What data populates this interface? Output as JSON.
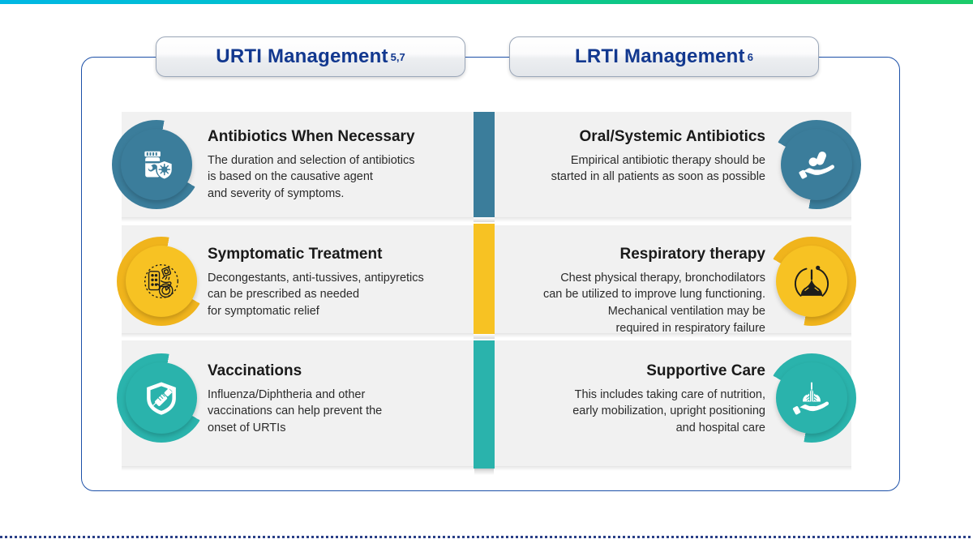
{
  "decor": {
    "top_strip_colors": [
      "#00b7e4",
      "#10c878"
    ],
    "bottom_dot_color": "#2a3f87",
    "frame_border_color": "#1c50a8"
  },
  "tabs": [
    {
      "label": "URTI Management",
      "superscript": "5,7",
      "name": "tab-urti"
    },
    {
      "label": "LRTI Management",
      "superscript": "6",
      "name": "tab-lrti"
    }
  ],
  "columns": {
    "urti": {
      "rows": [
        {
          "title": "Antibiotics When Necessary",
          "desc": "The duration and selection of antibiotics\nis based on the causative agent\nand severity of symptoms.",
          "icon": "pill-bottle-shield-icon",
          "color": "#3b7d9b"
        },
        {
          "title": "Symptomatic Treatment",
          "desc": "Decongestants, anti-tussives, antipyretics\ncan be prescribed as needed\nfor symptomatic relief",
          "icon": "blister-pack-spray-target-icon",
          "color": "#f7c223"
        },
        {
          "title": "Vaccinations",
          "desc": "Influenza/Diphtheria and other\nvaccinations can help prevent the\nonset of URTIs",
          "icon": "shield-syringe-icon",
          "color": "#2ab3ac"
        }
      ]
    },
    "lrti": {
      "rows": [
        {
          "title": "Oral/Systemic Antibiotics",
          "desc": "Empirical antibiotic therapy should be\nstarted in all patients as soon as possible",
          "icon": "hand-holding-pills-icon",
          "color": "#3b7d9b"
        },
        {
          "title": "Respiratory therapy",
          "desc": "Chest physical therapy, bronchodilators\ncan be utilized to improve lung functioning.\nMechanical ventilation may be\nrequired in respiratory failure",
          "icon": "lungs-stethoscope-icon",
          "color": "#f7c223"
        },
        {
          "title": "Supportive Care",
          "desc": "This includes taking care of nutrition,\nearly mobilization, upright positioning\nand hospital care",
          "icon": "hand-holding-lungs-icon",
          "color": "#2ab3ac"
        }
      ]
    }
  },
  "divider": {
    "segment_colors": [
      "#3b7d9b",
      "#f7c223",
      "#2ab3ac"
    ]
  }
}
